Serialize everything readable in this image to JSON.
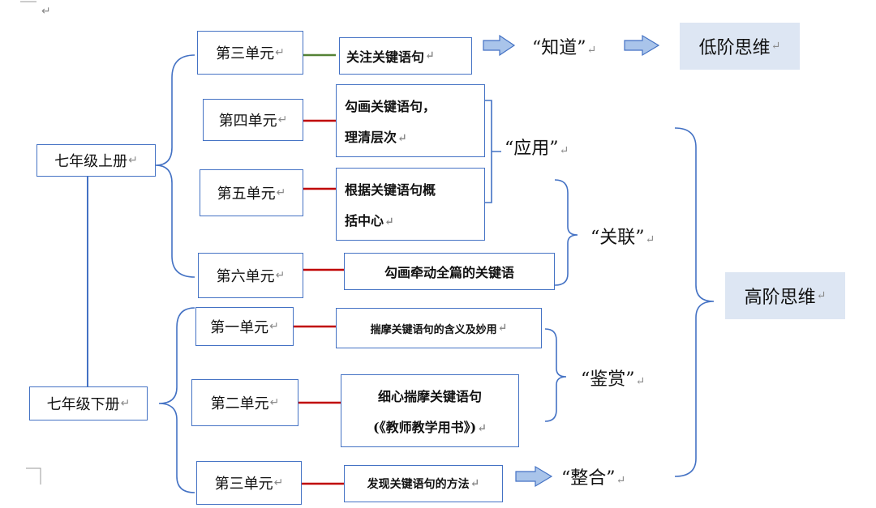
{
  "diagram": {
    "grades": {
      "upper": "七年级上册",
      "lower": "七年级下册"
    },
    "units": {
      "u3_upper": "第三单元",
      "u4": "第四单元",
      "u5": "第五单元",
      "u6": "第六单元",
      "u1": "第一单元",
      "u2": "第二单元",
      "u3_lower": "第三单元"
    },
    "tasks": {
      "t1": "关注关键语句",
      "t2_line1": "勾画关键语句，",
      "t2_line2": "理清层次",
      "t3_line1": "根据关键语句概",
      "t3_line2": "括中心",
      "t4": "勾画牵动全篇的关键语",
      "t5": "揣摩关键语句的含义及妙用",
      "t6_line1": "细心揣摩关键语句",
      "t6_line2": "(《教师教学用书》)",
      "t7": "发现关键语句的方法"
    },
    "levels": {
      "zhidao": "“知道”",
      "yingyong": "“应用”",
      "guanlian": "“关联”",
      "jianshang": "“鉴赏”",
      "zhenghe": "“整合”"
    },
    "thinking": {
      "low": "低阶思维",
      "high": "高阶思维"
    },
    "para_mark": "↵",
    "colors": {
      "box_border": "#4472c4",
      "bracket": "#4472c4",
      "red_connector": "#c00000",
      "green_connector": "#548235",
      "arrow_fill": "#a9c4ea",
      "shaded_bg": "#dde6f3"
    }
  }
}
